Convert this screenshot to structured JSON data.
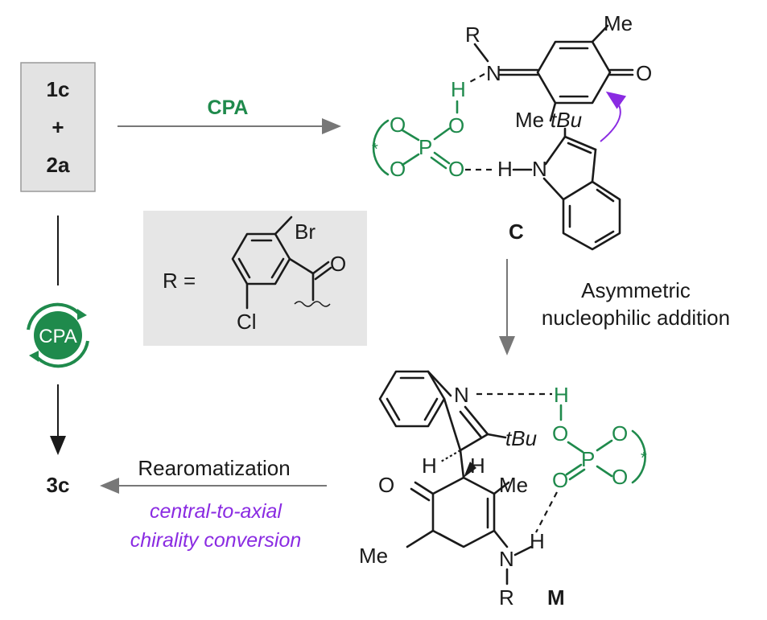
{
  "reactants": {
    "r1": "1c",
    "plus": "+",
    "r2": "2a"
  },
  "catalyst_label": "CPA",
  "cycle_label": "CPA",
  "product": "3c",
  "r_group": {
    "prefix": "R =",
    "br": "Br",
    "cl": "Cl",
    "o": "O"
  },
  "intermediate_c": {
    "label": "C",
    "r": "R",
    "n": "N",
    "me1": "Me",
    "me2": "Me",
    "o_carbonyl": "O",
    "tbu": "tBu",
    "h_oh": "H",
    "o1": "O",
    "o2": "O",
    "o3": "O",
    "o4": "O",
    "p": "P",
    "h_nh": "H",
    "n_indole": "N",
    "star": "*"
  },
  "step_asym": {
    "line1": "Asymmetric",
    "line2": "nucleophilic addition"
  },
  "intermediate_m": {
    "label": "M",
    "n_indole": "N",
    "h_top": "H",
    "o_oh": "O",
    "tbu": "tBu",
    "h1": "H",
    "h2": "H",
    "me1": "Me",
    "o_carbonyl": "O",
    "p": "P",
    "o1": "O",
    "o2": "O",
    "o3": "O",
    "star": "*",
    "me2": "Me",
    "n": "N",
    "h_nh": "H",
    "r": "R"
  },
  "step_rearom": {
    "label": "Rearomatization",
    "purple1": "central-to-axial",
    "purple2": "chirality conversion"
  },
  "colors": {
    "green": "#1f8a4c",
    "purple": "#8a2be2",
    "gray_box": "#e3e3e3"
  }
}
